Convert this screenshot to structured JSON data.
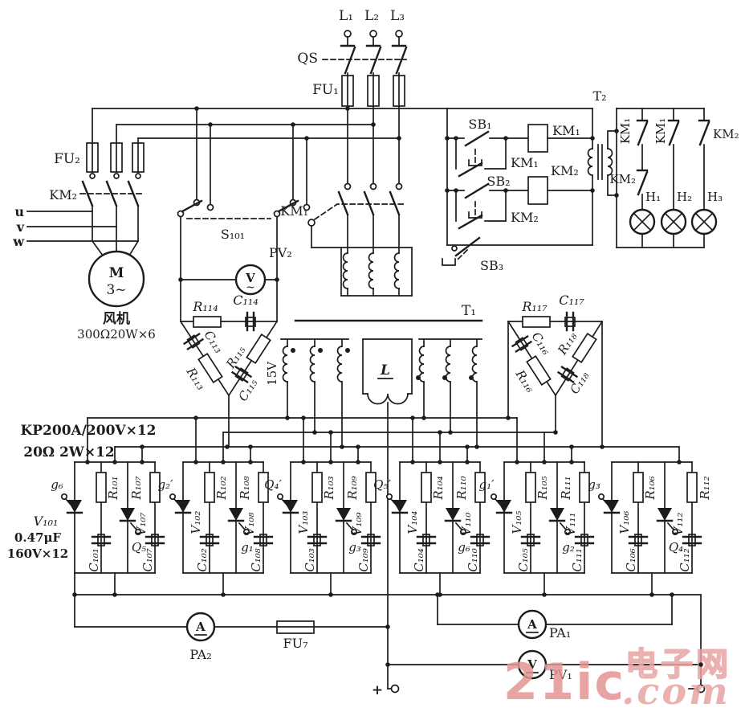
{
  "labels": {
    "l1": "L₁",
    "l2": "L₂",
    "l3": "L₃",
    "qs": "QS",
    "fu1": "FU₁",
    "fu2": "FU₂",
    "fu7": "FU₇",
    "km1": "KM₁",
    "km2": "KM₂",
    "sb1": "SB₁",
    "sb2": "SB₂",
    "sb3": "SB₃",
    "t1": "T₁",
    "t2": "T₂",
    "h1": "H₁",
    "h2": "H₂",
    "h3": "H₃",
    "u": "u",
    "v": "v",
    "w": "w",
    "m": "M",
    "m_phase": "3~",
    "fan": "风机",
    "fan_spec": "300Ω20W×6",
    "s101": "S₁₀₁",
    "pv2": "PV₂",
    "pa1": "PA₁",
    "pa2": "PA₂",
    "pv1": "PV₁",
    "meter_a": "A",
    "meter_v": "V",
    "tilde": "~",
    "v15": "15V",
    "l_ind": "L",
    "r113": "R₁₁₃",
    "r114": "R₁₁₄",
    "r115": "R₁₁₅",
    "r116": "R₁₁₆",
    "r117": "R₁₁₇",
    "r118": "R₁₁₈",
    "c113": "C₁₁₃",
    "c114": "C₁₁₄",
    "c115": "C₁₁₅",
    "c116": "C₁₁₆",
    "c117": "C₁₁₇",
    "c118": "C₁₁₈",
    "kp_spec": "KP200A/200V×12",
    "r_spec": "20Ω 2W×12",
    "c_spec_1": "0.47μF",
    "c_spec_2": "160V×12",
    "plus": "+"
  },
  "cells": [
    {
      "gate_top": "g₆",
      "v_main": "V₁₀₁",
      "r_main": "R₁₀₁",
      "c_main": "C₁₀₁",
      "v_aux": "V₁₀₇",
      "r_aux": "R₁₀₇",
      "c_aux": "C₁₀₇",
      "gate_bottom": "Q₅"
    },
    {
      "gate_top": "g₂′",
      "v_main": "V₁₀₂",
      "r_main": "R₁₀₂",
      "c_main": "C₁₀₂",
      "v_aux": "V₁₀₈",
      "r_aux": "R₁₀₈",
      "c_aux": "C₁₀₈",
      "gate_bottom": "g₁"
    },
    {
      "gate_top": "Q₄′",
      "v_main": "V₁₀₃",
      "r_main": "R₁₀₃",
      "c_main": "C₁₀₃",
      "v_aux": "V₁₀₉",
      "r_aux": "R₁₀₉",
      "c_aux": "C₁₀₉",
      "gate_bottom": "g₃"
    },
    {
      "gate_top": "Q₅′",
      "v_main": "V₁₀₄",
      "r_main": "R₁₀₄",
      "c_main": "C₁₀₄",
      "v_aux": "V₁₁₀",
      "r_aux": "R₁₁₀",
      "c_aux": "C₁₁₀",
      "gate_bottom": "g₆"
    },
    {
      "gate_top": "g₁′",
      "v_main": "V₁₀₅",
      "r_main": "R₁₀₅",
      "c_main": "C₁₀₅",
      "v_aux": "V₁₁₁",
      "r_aux": "R₁₁₁",
      "c_aux": "C₁₁₁",
      "gate_bottom": "g₂"
    },
    {
      "gate_top": "g₃",
      "v_main": "V₁₀₆",
      "r_main": "R₁₀₆",
      "c_main": "C₁₀₆",
      "v_aux": "V₁₁₂",
      "r_aux": "R₁₁₂",
      "c_aux": "C₁₁₂",
      "gate_bottom": "Q₄"
    }
  ],
  "watermark": {
    "brand": "21ic",
    "cjk": "电子网",
    "suffix": ".com"
  },
  "colors": {
    "ink": "#1c1c1c",
    "paper": "#ffffff",
    "watermark": "#e59494"
  }
}
